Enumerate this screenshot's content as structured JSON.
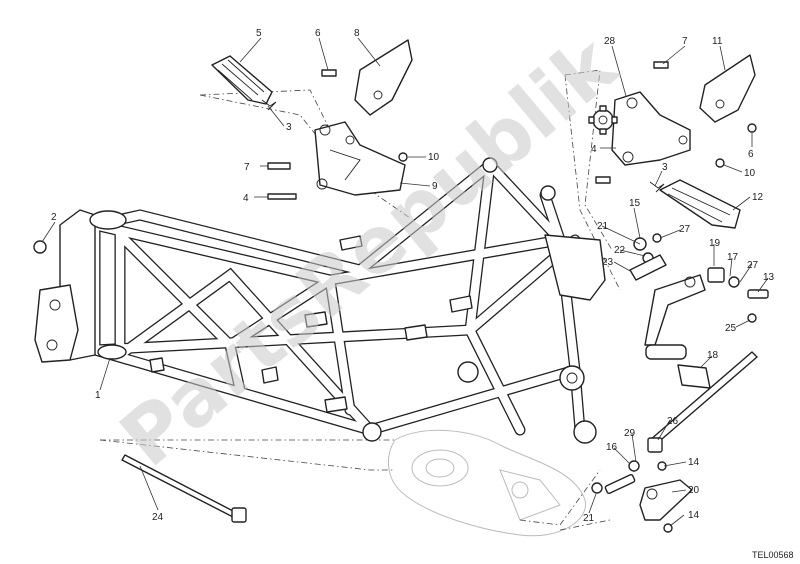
{
  "callouts": {
    "c1": "1",
    "c2": "2",
    "c3a": "3",
    "c3b": "3",
    "c4a": "4",
    "c4b": "4",
    "c5": "5",
    "c6a": "6",
    "c6b": "6",
    "c7a": "7",
    "c7b": "7",
    "c8": "8",
    "c9": "9",
    "c10a": "10",
    "c10b": "10",
    "c11": "11",
    "c12": "12",
    "c13": "13",
    "c14a": "14",
    "c14b": "14",
    "c15": "15",
    "c16": "16",
    "c17": "17",
    "c18": "18",
    "c19": "19",
    "c20": "20",
    "c21a": "21",
    "c21b": "21",
    "c22": "22",
    "c23": "23",
    "c24": "24",
    "c25": "25",
    "c26": "26",
    "c27a": "27",
    "c27b": "27",
    "c28": "28",
    "c29": "29"
  },
  "diagram_code": "TEL00568",
  "watermark": "PartsRepublik",
  "colors": {
    "line": "#222222",
    "watermark": "#c8c8c8",
    "background": "#ffffff"
  },
  "icons": {
    "gear": "gear-icon"
  }
}
